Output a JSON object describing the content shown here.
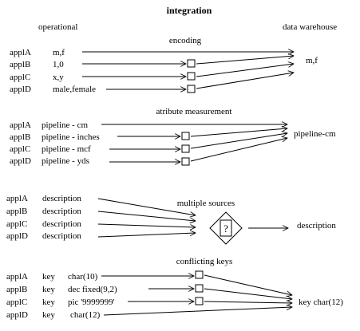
{
  "title": "integration",
  "left_header": "operational",
  "right_header": "data warehouse",
  "sections": {
    "encoding": {
      "label": "encoding",
      "rows": [
        {
          "app": "applA",
          "value": "m,f"
        },
        {
          "app": "applB",
          "value": "1,0"
        },
        {
          "app": "applC",
          "value": "x,y"
        },
        {
          "app": "applD",
          "value": "male,female"
        }
      ],
      "result": "m,f"
    },
    "measure": {
      "label": "atribute measurement",
      "rows": [
        {
          "app": "applA",
          "value": "pipeline - cm"
        },
        {
          "app": "applB",
          "value": "pipeline - inches"
        },
        {
          "app": "applC",
          "value": "pipeline - mcf"
        },
        {
          "app": "applD",
          "value": "pipeline - yds"
        }
      ],
      "result": "pipeline-cm"
    },
    "sources": {
      "label": "multiple sources",
      "rows": [
        {
          "app": "applA",
          "value": "description"
        },
        {
          "app": "applB",
          "value": "description"
        },
        {
          "app": "applC",
          "value": "description"
        },
        {
          "app": "applD",
          "value": "description"
        }
      ],
      "decision_symbol": "?",
      "result": "description"
    },
    "keys": {
      "label": "conflicting keys",
      "rows": [
        {
          "app": "applA",
          "key": "key",
          "value": "char(10)"
        },
        {
          "app": "applB",
          "key": "key",
          "value": "dec fixed(9,2)"
        },
        {
          "app": "applC",
          "key": "key",
          "value": "pic '9999999'"
        },
        {
          "app": "applD",
          "key": "key",
          "value": "char(12)"
        }
      ],
      "result": "key char(12)"
    }
  }
}
